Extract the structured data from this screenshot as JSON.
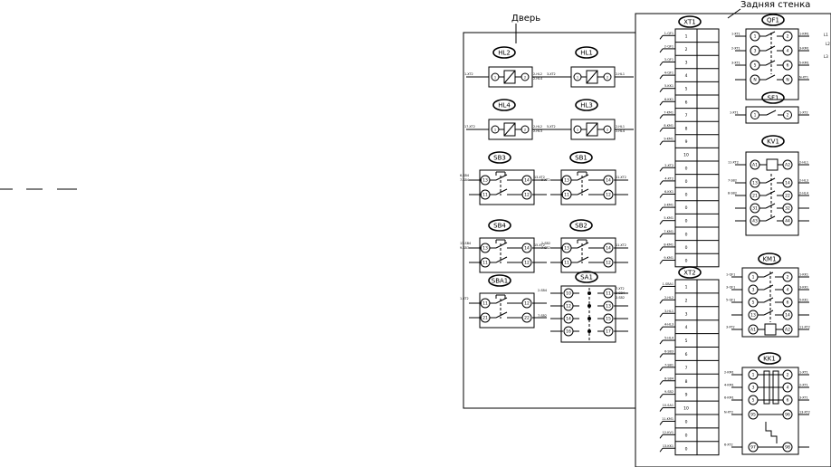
{
  "labels": {
    "door": "Дверь",
    "back_wall": "Задняя стенка"
  },
  "door_devices": [
    {
      "tag": "HL2",
      "kind": "lamp",
      "left_wire": "1-XT2",
      "right_wires": [
        "2-HL2",
        "2-HL4"
      ],
      "pins": [
        "1",
        "2"
      ]
    },
    {
      "tag": "HL1",
      "kind": "lamp",
      "left_wire": "3-XT2",
      "right_wires": [
        "2-HL1"
      ],
      "pins": [
        "1",
        "2"
      ]
    },
    {
      "tag": "HL4",
      "kind": "lamp",
      "left_wire": "17-XT2",
      "right_wires": [
        "2-HL2",
        "2-HL3"
      ],
      "pins": [
        "1",
        "2"
      ]
    },
    {
      "tag": "HL3",
      "kind": "lamp",
      "left_wire": "5-XT2",
      "right_wires": [
        "2-HL1",
        "2-HL4"
      ],
      "pins": [
        "1",
        "2"
      ]
    },
    {
      "tag": "SB3",
      "kind": "button",
      "left_wires": [
        "6-SB4",
        "7-SB4"
      ],
      "right_wires": [
        "13-XT2"
      ],
      "pins": [
        "13",
        "14",
        "11",
        "12"
      ]
    },
    {
      "tag": "SB1",
      "kind": "button",
      "left_wires": [
        "",
        "9-XT2"
      ],
      "right_wires": [
        "11-XT2"
      ],
      "pins": [
        "13",
        "14",
        "11",
        "12"
      ]
    },
    {
      "tag": "SB4",
      "kind": "button",
      "left_wires": [
        "13-SB4",
        "9-SB3"
      ],
      "right_wires": [
        "15-XT2"
      ],
      "pins": [
        "13",
        "14",
        "11",
        "12"
      ]
    },
    {
      "tag": "SB2",
      "kind": "button",
      "left_wires": [
        "2-SB2",
        "7-SB2"
      ],
      "right_wires": [
        "11-XT2"
      ],
      "pins": [
        "13",
        "14",
        "11",
        "12"
      ]
    },
    {
      "tag": "SBA1",
      "kind": "button",
      "left_wires": [
        "1-XT2"
      ],
      "right_wires": [],
      "pins": [
        "11",
        "12",
        "21",
        "22"
      ]
    },
    {
      "tag": "SA1",
      "kind": "switch",
      "left_wires": [
        "2-SB4",
        "",
        "7-SB2"
      ],
      "right_wires": [
        "7-XT2",
        "2-SB4",
        "2-SB2"
      ],
      "pins": [
        "10",
        "11",
        "12",
        "13",
        "14",
        "15",
        "16",
        "17"
      ]
    }
  ],
  "xt1": {
    "tag": "XT1",
    "rows": [
      {
        "num": "1",
        "wire": "1-QF1"
      },
      {
        "num": "2",
        "wire": "2-QF1"
      },
      {
        "num": "3",
        "wire": "3-QF1"
      },
      {
        "num": "4",
        "wire": "4-QF1"
      },
      {
        "num": "5",
        "wire": "5-KK1"
      },
      {
        "num": "6",
        "wire": "6-KK1"
      },
      {
        "num": "7",
        "wire": "7-KM1"
      },
      {
        "num": "8",
        "wire": "8-KM1"
      },
      {
        "num": "9",
        "wire": "9-KM1"
      },
      {
        "num": "10",
        "wire": ""
      },
      {
        "num": "0",
        "wire": "2-XT2"
      },
      {
        "num": "0",
        "wire": "4-XT2"
      },
      {
        "num": "0",
        "wire": "6-KK1"
      },
      {
        "num": "0",
        "wire": "3-KM1"
      },
      {
        "num": "0",
        "wire": "5-KM1"
      },
      {
        "num": "0",
        "wire": "7-KM1"
      },
      {
        "num": "0",
        "wire": "8-KM1"
      },
      {
        "num": "0",
        "wire": "9-KM1"
      }
    ]
  },
  "xt2": {
    "tag": "XT2",
    "rows": [
      {
        "num": "1",
        "wire": "1-SBA1"
      },
      {
        "num": "2",
        "wire": "2-HL2"
      },
      {
        "num": "3",
        "wire": "3-HL1"
      },
      {
        "num": "4",
        "wire": "4-HL3"
      },
      {
        "num": "5",
        "wire": "5-HL4"
      },
      {
        "num": "6",
        "wire": "6-SB3"
      },
      {
        "num": "7",
        "wire": "7-SB1"
      },
      {
        "num": "8",
        "wire": "8-SB4"
      },
      {
        "num": "9",
        "wire": "9-SB2"
      },
      {
        "num": "10",
        "wire": "10-SA1"
      },
      {
        "num": "0",
        "wire": "11-KM1"
      },
      {
        "num": "0",
        "wire": "12-KV1"
      },
      {
        "num": "0",
        "wire": "13-KK1"
      }
    ]
  },
  "back_devices": [
    {
      "tag": "QF1",
      "kind": "breaker",
      "pins_left": [
        "1",
        "3",
        "5",
        "N"
      ],
      "pins_right": [
        "2",
        "4",
        "6",
        "N"
      ],
      "left_wires": [
        "1-XT1",
        "2-XT1",
        "3-XT1",
        ""
      ],
      "right_wires": [
        "1-KM1",
        "3-KM1",
        "5-KM1",
        "N-XT1"
      ]
    },
    {
      "tag": "SF1",
      "kind": "breaker1",
      "pins_left": [
        "1"
      ],
      "pins_right": [
        "2"
      ],
      "left_wires": [
        "1-XT1"
      ],
      "right_wires": [
        "1-XT2"
      ]
    },
    {
      "tag": "KV1",
      "kind": "relay",
      "pins_left": [
        "A1",
        "13",
        "21",
        "31",
        "43"
      ],
      "pins_right": [
        "A2",
        "14",
        "22",
        "32",
        "44"
      ],
      "left_wires": [
        "11-XT2",
        "7-SB2",
        "8-SB2"
      ],
      "right_wires": [
        "2-HL1",
        "2-HL3",
        "2-HL4"
      ]
    },
    {
      "tag": "KM1",
      "kind": "contactor",
      "pins_left": [
        "1",
        "3",
        "5",
        "13",
        "A1"
      ],
      "pins_right": [
        "2",
        "4",
        "6",
        "14",
        "A2"
      ],
      "left_wires": [
        "1-QF1",
        "3-QF1",
        "5-QF1",
        "",
        "3-XT2"
      ],
      "right_wires": [
        "1-KK1",
        "3-KK1",
        "5-KK1",
        "",
        "11-XT2"
      ]
    },
    {
      "tag": "KK1",
      "kind": "thermal",
      "pins_left": [
        "1",
        "3",
        "5",
        "95",
        "97"
      ],
      "pins_right": [
        "2",
        "4",
        "6",
        "96",
        "98"
      ],
      "left_wires": [
        "2-KM1",
        "4-KM1",
        "6-KM1",
        "N-XT2",
        "6-XT2"
      ],
      "right_wires": [
        "1-XT1",
        "2-XT1",
        "3-XT1",
        "13-XT2",
        ""
      ]
    }
  ],
  "margin_marks": [
    "L1",
    "L2",
    "L3"
  ]
}
